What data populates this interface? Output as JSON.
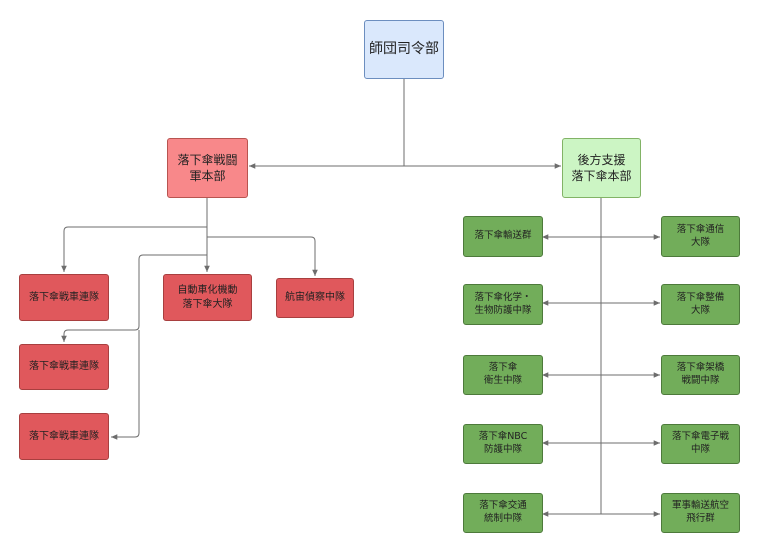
{
  "hq": {
    "label": "師団司令部"
  },
  "combat_hq": {
    "label": "落下傘戦闘\n軍本部"
  },
  "support_hq": {
    "label": "後方支援\n落下傘本部"
  },
  "combat_units": [
    {
      "label": "落下傘戦車連隊"
    },
    {
      "label": "自動車化機動\n落下傘大隊"
    },
    {
      "label": "航宙偵察中隊"
    },
    {
      "label": "落下傘戦車連隊"
    },
    {
      "label": "落下傘戦車連隊"
    }
  ],
  "support_units_left": [
    {
      "label": "落下傘輸送群"
    },
    {
      "label": "落下傘化学・\n生物防護中隊"
    },
    {
      "label": "落下傘\n衛生中隊"
    },
    {
      "label": "落下傘NBC\n防護中隊"
    },
    {
      "label": "落下傘交通\n統制中隊"
    }
  ],
  "support_units_right": [
    {
      "label": "落下傘通信\n大隊"
    },
    {
      "label": "落下傘整備\n大隊"
    },
    {
      "label": "落下傘架橋\n戦闘中隊"
    },
    {
      "label": "落下傘電子戦\n中隊"
    },
    {
      "label": "軍事輸送航空\n飛行群"
    }
  ],
  "colors": {
    "hq_fill": "#dae8fc",
    "combat_hq_fill": "#f8888a",
    "combat_unit_fill": "#e0585c",
    "support_hq_fill": "#ccf5c4",
    "support_unit_fill": "#72ad5a",
    "connector": "#6d6d6d"
  }
}
